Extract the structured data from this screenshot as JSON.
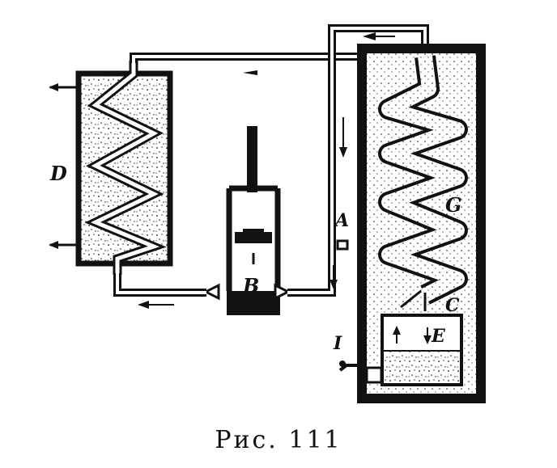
{
  "figure": {
    "caption": "Рис. 111",
    "labels": {
      "D": "D",
      "B": "B",
      "A": "A",
      "G": "G",
      "C": "C",
      "E": "E",
      "I": "I"
    },
    "colors": {
      "ink": "#111111",
      "paper": "#ffffff"
    }
  }
}
